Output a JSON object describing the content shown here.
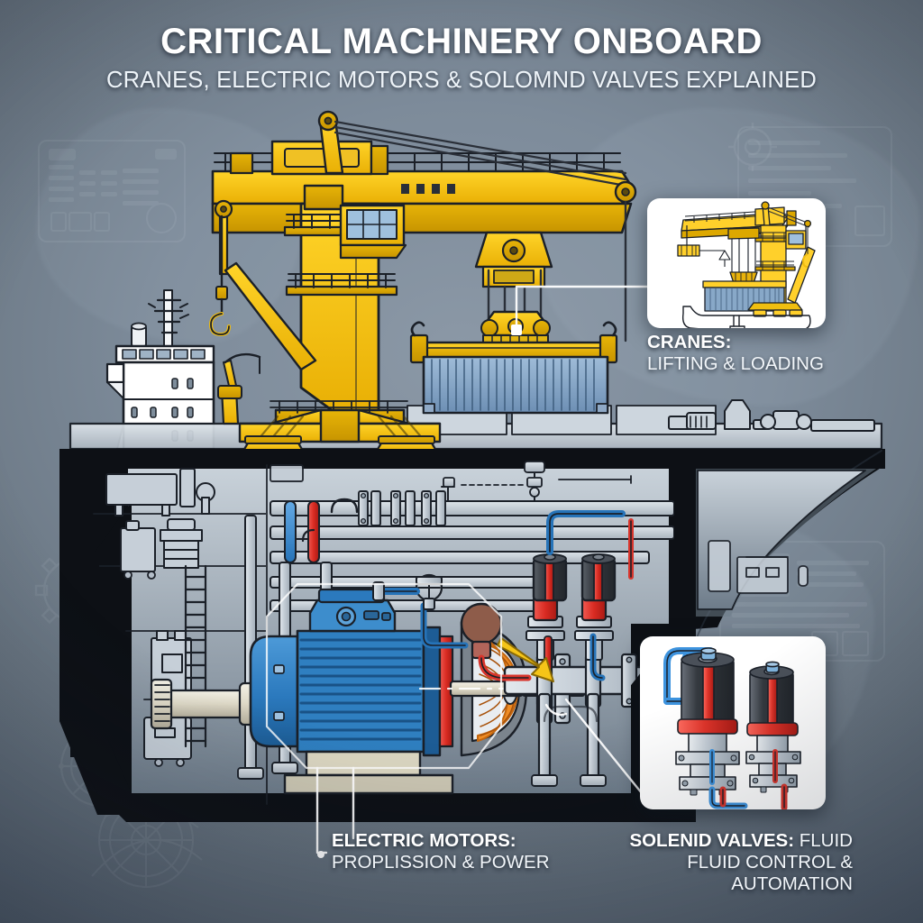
{
  "header": {
    "title": "CRITICAL MACHINERY ONBOARD",
    "subtitle": "CRANES, ELECTRIC MOTORS & SOLOMND VALVES EXPLAINED"
  },
  "callouts": {
    "cranes": {
      "heading": "CRANES:",
      "body": "LIFTING & LOADING"
    },
    "motors": {
      "heading": "ELECTRIC MOTORS:",
      "body": "PROPLISSION & POWER"
    },
    "valves": {
      "heading": "SOLENID VALVES:",
      "body_inline": " FLUID",
      "body": "FLUID CONTROL & AUTOMATION"
    }
  },
  "colors": {
    "background_top": "#3f4c5c",
    "background_center": "#8b98a6",
    "crane_yellow": "#f5c518",
    "crane_yellow_dark": "#d9a400",
    "motor_blue": "#2f7fc0",
    "motor_blue_dark": "#1d5d96",
    "valve_black": "#3b3f45",
    "valve_red": "#e02c28",
    "pipe_blue": "#2f86d4",
    "pipe_red": "#d8352c",
    "steel_grey": "#b9c2cc",
    "hull_outline": "#0e1116",
    "container_blue": "#7d9ec4",
    "winding_orange": "#e8821e",
    "leader_line": "#ffffff",
    "text_primary": "#ffffff"
  },
  "scene": {
    "ship": {
      "superstructure": "white deckhouse with bridge windows, mast and portholes",
      "deck_crane": "yellow gantry container crane with jib, machinery house, operator cabin, spreader and hook",
      "cargo": "blue corrugated shipping container on yellow spreader",
      "hull": "black outlined cutaway hull showing engine room",
      "engine_room": "electric propulsion motor, shaft line, pipe manifolds and solenoid valves"
    },
    "annotations": {
      "leader_crane": "white leader line from spreader to crane inset",
      "leader_motor": "white polyline outlining the electric motor",
      "leader_valve": "white leader line from engine-room valves to valve inset",
      "arrow_valve": "yellow arrow pointing at the solenoid valve manifold"
    }
  }
}
